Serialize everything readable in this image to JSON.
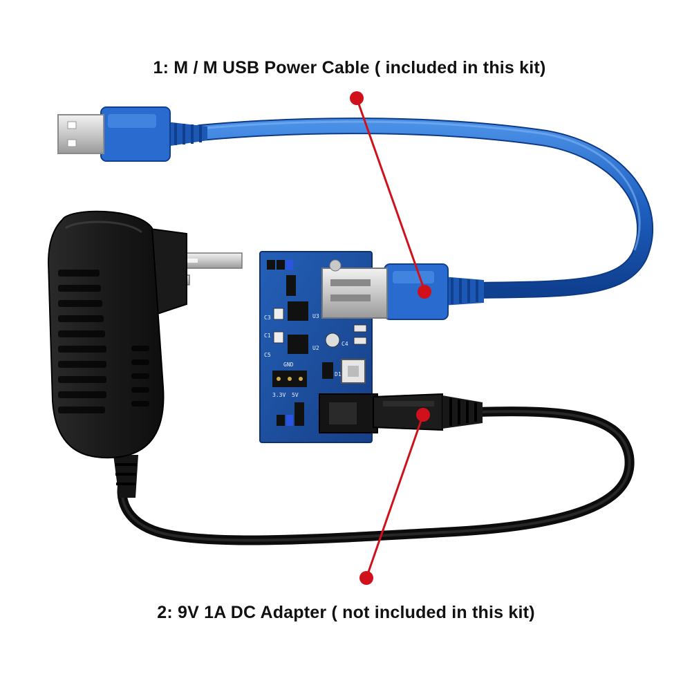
{
  "captions": {
    "usb_cable": "1: M / M USB Power Cable ( included in this kit)",
    "dc_adapter": "2: 9V 1A DC Adapter ( not included in this kit)"
  },
  "board": {
    "labels": [
      "C3",
      "C1",
      "C5",
      "C4",
      "U3",
      "U2",
      "D1",
      "GND",
      "3.3V",
      "5V"
    ]
  },
  "colors": {
    "usb_cable": "#1e5fbf",
    "pcb": "#1a4fa0",
    "adapter": "#1c1c1c",
    "callout": "#d0101a"
  },
  "icons": [
    "usb-a-plug-icon",
    "wall-adapter-icon",
    "power-module-board-icon",
    "dc-barrel-plug-icon",
    "callout-dot-icon"
  ]
}
